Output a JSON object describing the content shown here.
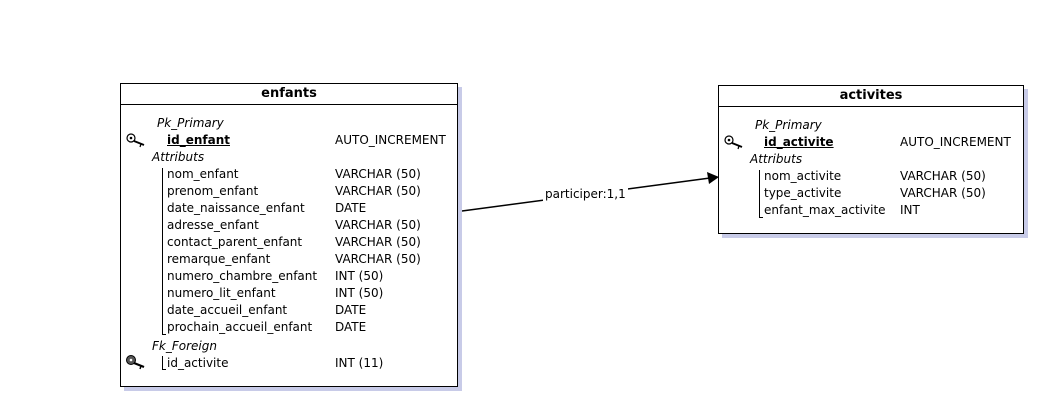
{
  "colors": {
    "shadow": "#c8cbe8",
    "border": "#000000"
  },
  "enfants": {
    "title": "enfants",
    "pk_section": "Pk_Primary",
    "pk_field": {
      "name": "id_enfant",
      "type": "AUTO_INCREMENT"
    },
    "attr_section": "Attributs",
    "attributes": [
      {
        "name": "nom_enfant",
        "type": "VARCHAR (50)"
      },
      {
        "name": "prenom_enfant",
        "type": "VARCHAR (50)"
      },
      {
        "name": "date_naissance_enfant",
        "type": "DATE"
      },
      {
        "name": "adresse_enfant",
        "type": "VARCHAR (50)"
      },
      {
        "name": "contact_parent_enfant",
        "type": "VARCHAR (50)"
      },
      {
        "name": "remarque_enfant",
        "type": "VARCHAR (50)"
      },
      {
        "name": "numero_chambre_enfant",
        "type": "INT (50)"
      },
      {
        "name": "numero_lit_enfant",
        "type": "INT (50)"
      },
      {
        "name": "date_accueil_enfant",
        "type": "DATE"
      },
      {
        "name": "prochain_accueil_enfant",
        "type": "DATE"
      }
    ],
    "fk_section": "Fk_Foreign",
    "fk_field": {
      "name": "id_activite",
      "type": "INT (11)"
    }
  },
  "activites": {
    "title": "activites",
    "pk_section": "Pk_Primary",
    "pk_field": {
      "name": "id_activite",
      "type": "AUTO_INCREMENT"
    },
    "attr_section": "Attributs",
    "attributes": [
      {
        "name": "nom_activite",
        "type": "VARCHAR (50)"
      },
      {
        "name": "type_activite",
        "type": "VARCHAR (50)"
      },
      {
        "name": "enfant_max_activite",
        "type": "INT"
      }
    ]
  },
  "relation": {
    "label": "participer:1,1"
  }
}
